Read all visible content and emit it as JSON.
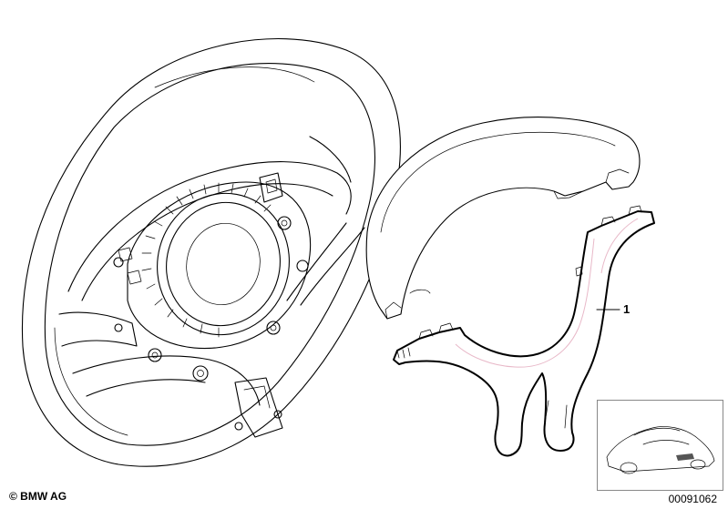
{
  "diagram": {
    "callout_number": "1",
    "copyright": "© BMW AG",
    "diagram_number": "00091062"
  }
}
